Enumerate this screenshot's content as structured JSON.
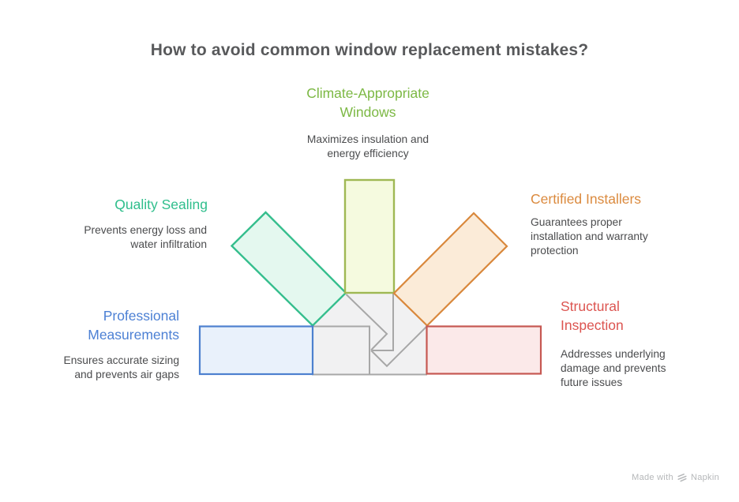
{
  "title": "How to avoid common window replacement mistakes?",
  "items": [
    {
      "id": "climate-appropriate-windows",
      "title": "Climate-Appropriate Windows",
      "title_lines": [
        "Climate-Appropriate",
        "Windows"
      ],
      "desc_lines": [
        "Maximizes insulation and",
        "energy efficiency"
      ],
      "title_color": "#7cb844",
      "shape_fill": "#f5fadf",
      "shape_stroke": "#9fb854"
    },
    {
      "id": "quality-sealing",
      "title": "Quality Sealing",
      "title_lines": [
        "Quality Sealing"
      ],
      "desc_lines": [
        "Prevents energy loss and",
        "water infiltration"
      ],
      "title_color": "#2fbe8c",
      "shape_fill": "#e4f8ef",
      "shape_stroke": "#35be8d"
    },
    {
      "id": "certified-installers",
      "title": "Certified Installers",
      "title_lines": [
        "Certified Installers"
      ],
      "desc_lines": [
        "Guarantees proper",
        "installation and warranty",
        "protection"
      ],
      "title_color": "#db8a3e",
      "shape_fill": "#fbebd8",
      "shape_stroke": "#d9883c"
    },
    {
      "id": "professional-measurements",
      "title": "Professional Measurements",
      "title_lines": [
        "Professional",
        "Measurements"
      ],
      "desc_lines": [
        "Ensures accurate sizing",
        "and prevents air gaps"
      ],
      "title_color": "#4c80d4",
      "shape_fill": "#e9f1fb",
      "shape_stroke": "#4d80cf"
    },
    {
      "id": "structural-inspection",
      "title": "Structural Inspection",
      "title_lines": [
        "Structural",
        "Inspection"
      ],
      "desc_lines": [
        "Addresses underlying",
        "damage and prevents",
        "future issues"
      ],
      "title_color": "#dc5450",
      "shape_fill": "#fbe9e9",
      "shape_stroke": "#c65852"
    }
  ],
  "gray_shape": {
    "fill": "#f1f1f2",
    "stroke": "#a7a7a7"
  },
  "watermark": {
    "made_with": "Made with",
    "brand": "Napkin"
  }
}
